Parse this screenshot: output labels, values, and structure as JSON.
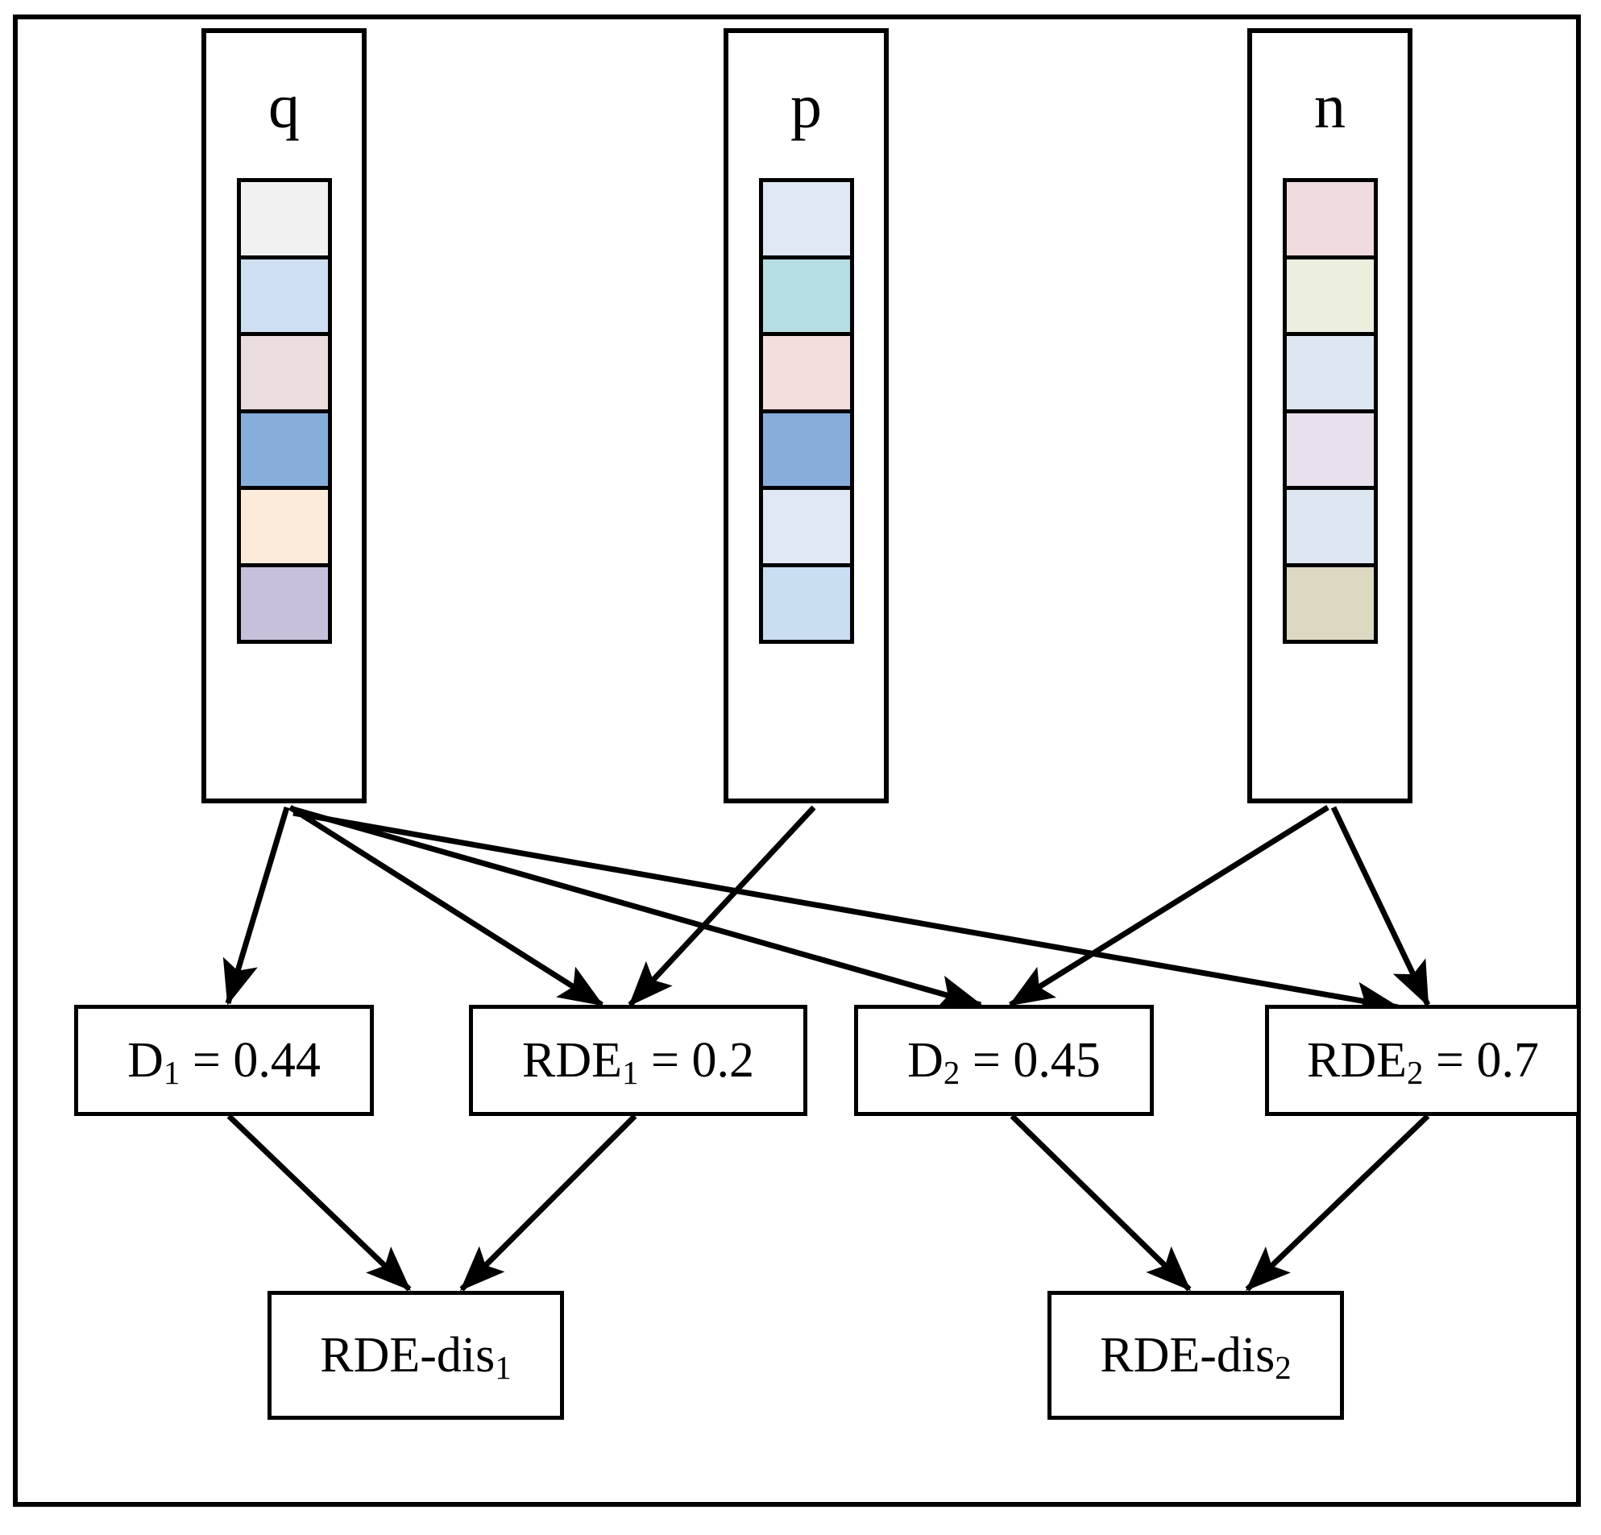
{
  "figure": {
    "title": "RDE distance computation diagram",
    "frame": {
      "stroke": "#000000",
      "background": "#ffffff"
    }
  },
  "vectors": [
    {
      "name": "q",
      "label": "q",
      "cells": [
        {
          "color": "#f1f1f1"
        },
        {
          "color": "#cddff1"
        },
        {
          "color": "#eddcdd"
        },
        {
          "color": "#85aedb"
        },
        {
          "color": "#fcebdb"
        },
        {
          "color": "#c7c0da"
        }
      ]
    },
    {
      "name": "p",
      "label": "p",
      "cells": [
        {
          "color": "#dfe7f2"
        },
        {
          "color": "#b6dee2"
        },
        {
          "color": "#f3dedd"
        },
        {
          "color": "#87aedb"
        },
        {
          "color": "#dfe7f2"
        },
        {
          "color": "#cadef2"
        }
      ]
    },
    {
      "name": "n",
      "label": "n",
      "cells": [
        {
          "color": "#f0dcdf"
        },
        {
          "color": "#ebeedd"
        },
        {
          "color": "#dde7f2"
        },
        {
          "color": "#e8e0ec"
        },
        {
          "color": "#dde7f2"
        },
        {
          "color": "#ddd8c2"
        }
      ]
    }
  ],
  "metrics": [
    {
      "id": "d1",
      "text": "D",
      "sub": "1",
      "value": "= 0.44"
    },
    {
      "id": "rde1",
      "text": "RDE",
      "sub": "1",
      "value": "= 0.2"
    },
    {
      "id": "d2",
      "text": "D",
      "sub": "2",
      "value": "= 0.45"
    },
    {
      "id": "rde2",
      "text": "RDE",
      "sub": "2",
      "value": "= 0.7"
    }
  ],
  "outputs": [
    {
      "id": "rdedis1",
      "text": "RDE-dis",
      "sub": "1"
    },
    {
      "id": "rdedis2",
      "text": "RDE-dis",
      "sub": "2"
    }
  ],
  "edges": [
    {
      "from": "q",
      "to": "d1"
    },
    {
      "from": "q",
      "to": "rde1"
    },
    {
      "from": "q",
      "to": "d2"
    },
    {
      "from": "q",
      "to": "rde2"
    },
    {
      "from": "p",
      "to": "rde1"
    },
    {
      "from": "n",
      "to": "d2"
    },
    {
      "from": "n",
      "to": "rde2"
    },
    {
      "from": "d1",
      "to": "rdedis1"
    },
    {
      "from": "rde1",
      "to": "rdedis1"
    },
    {
      "from": "d2",
      "to": "rdedis2"
    },
    {
      "from": "rde2",
      "to": "rdedis2"
    }
  ]
}
